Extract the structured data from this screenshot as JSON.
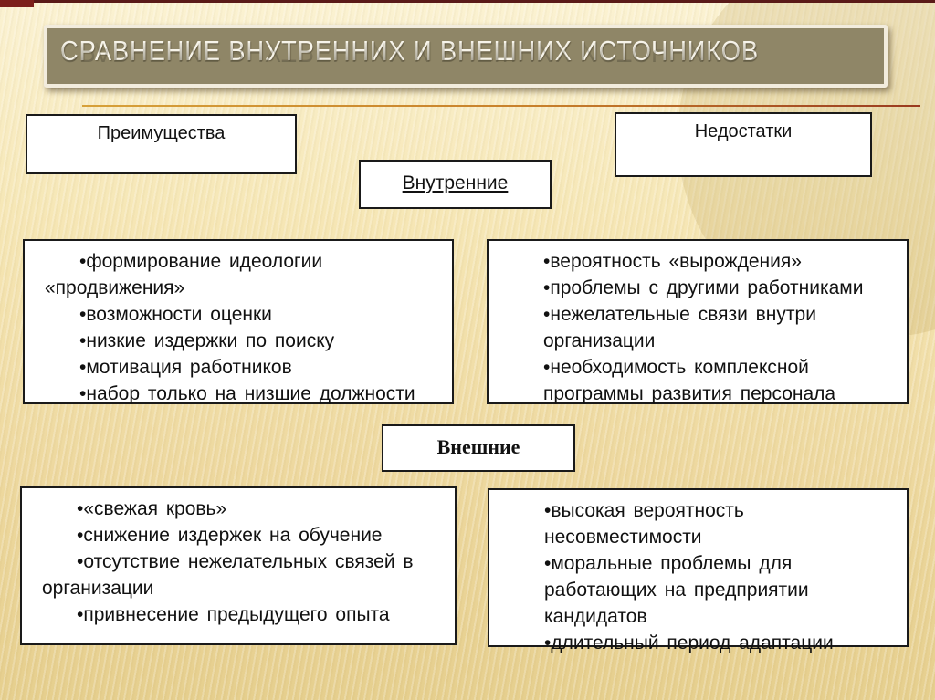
{
  "bullet": "•",
  "slide": {
    "title": "СРАВНЕНИЕ ВНУТРЕННИХ И ВНЕШНИХ ИСТОЧНИКОВ",
    "colors": {
      "background": "#eed9a0",
      "plaque": "#8f8667",
      "accent_line_gold": "#d7a139",
      "accent_line_red": "#9a3a20",
      "top_bar": "#5a1a18",
      "box_border": "#1a1a1a"
    }
  },
  "labels": {
    "advantages": "Преимущества",
    "disadvantages": "Недостатки",
    "internal": "Внутренние",
    "external": "Внешние"
  },
  "internal": {
    "advantages": [
      "формирование идеологии\n«продвижения»",
      "возможности оценки",
      "низкие издержки по поиску",
      "мотивация работников",
      "набор только на низшие должности"
    ],
    "disadvantages": [
      "вероятность «вырождения»",
      "проблемы с другими работниками",
      "нежелательные связи внутри\nорганизации",
      "необходимость комплексной\nпрограммы развития персонала"
    ]
  },
  "external": {
    "advantages": [
      "«свежая кровь»",
      "снижение издержек на обучение",
      "отсутствие нежелательных связей в\nорганизации",
      "привнесение предыдущего опыта"
    ],
    "disadvantages": [
      "высокая вероятность\nнесовместимости",
      "моральные проблемы для\nработающих на предприятии\nкандидатов",
      "длительный период адаптации"
    ]
  }
}
